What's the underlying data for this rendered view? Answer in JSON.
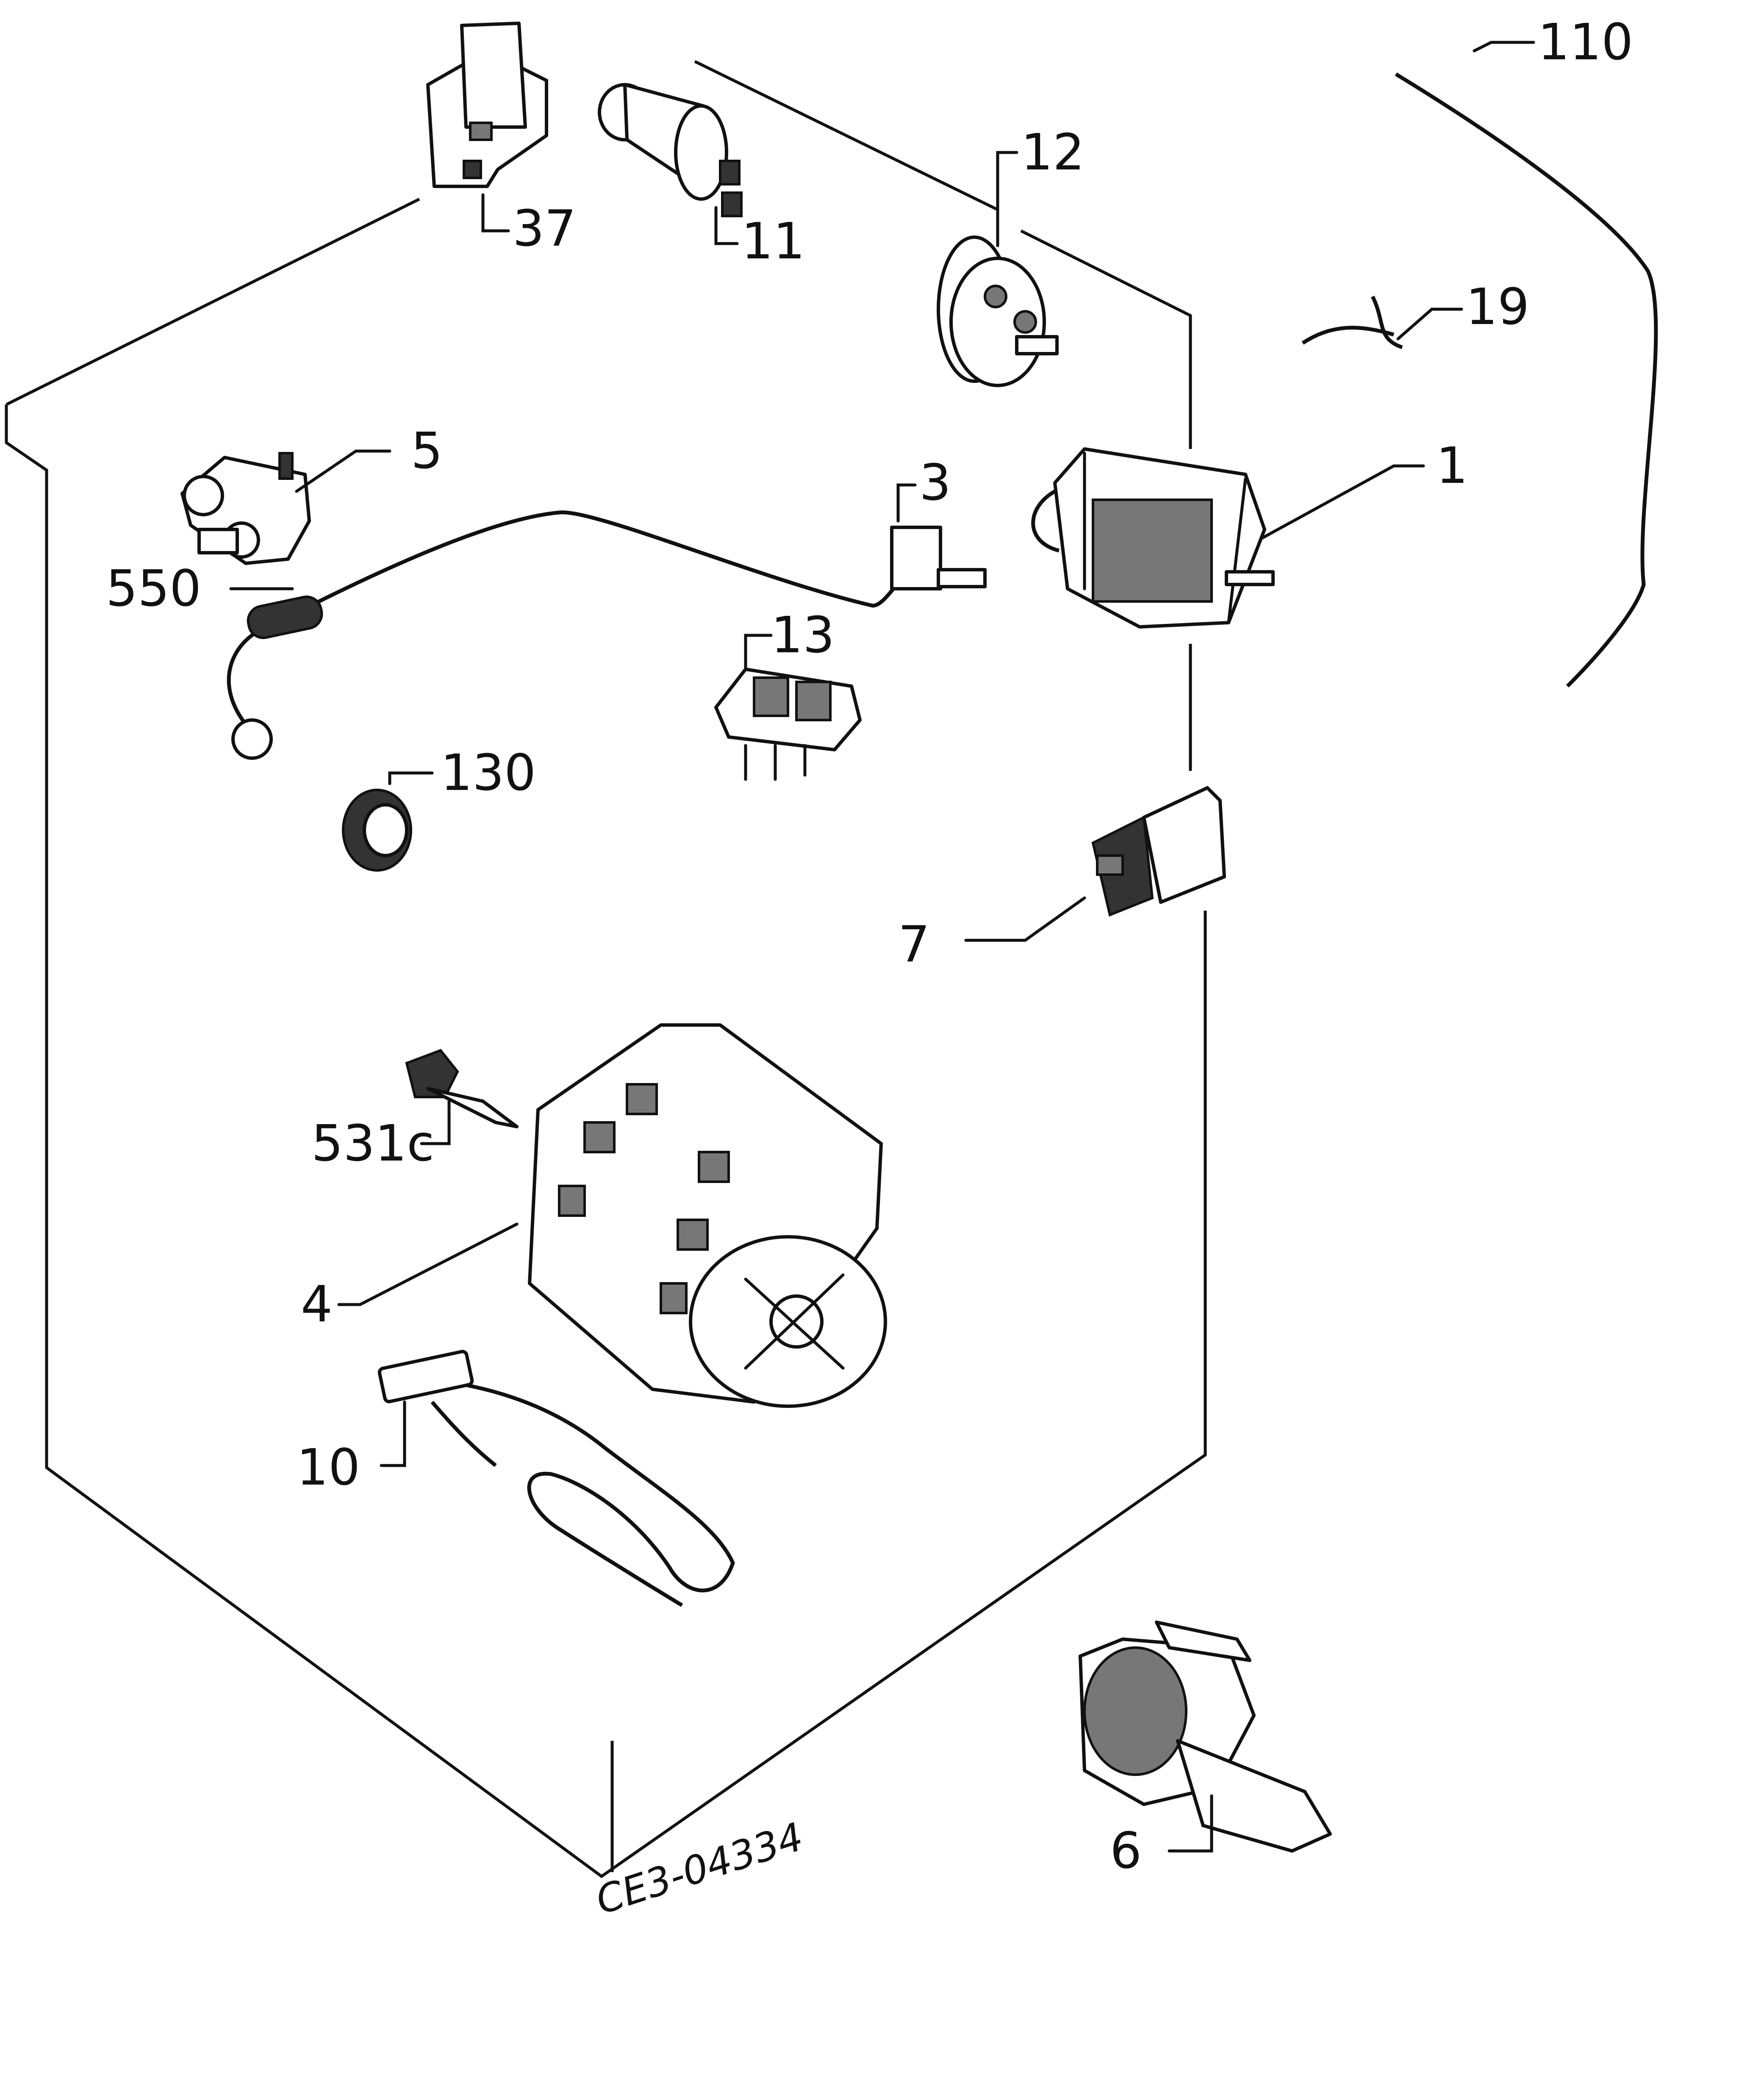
{
  "diagram": {
    "document_code": "CE3-04334",
    "parts": [
      {
        "id": "p110",
        "label": "110",
        "icon": "drain-hose-icon"
      },
      {
        "id": "p12",
        "label": "12",
        "icon": "pressure-switch-icon"
      },
      {
        "id": "p19",
        "label": "19",
        "icon": "spring-clip-icon"
      },
      {
        "id": "p37",
        "label": "37",
        "icon": "connector-block-icon"
      },
      {
        "id": "p11",
        "label": "11",
        "icon": "capacitor-icon"
      },
      {
        "id": "p1",
        "label": "1",
        "icon": "programme-timer-icon"
      },
      {
        "id": "p5",
        "label": "5",
        "icon": "solenoid-valve-icon"
      },
      {
        "id": "p3",
        "label": "3",
        "icon": "thermostat-icon"
      },
      {
        "id": "p550",
        "label": "550",
        "icon": "suppressor-icon"
      },
      {
        "id": "p13",
        "label": "13",
        "icon": "push-button-switch-icon"
      },
      {
        "id": "p130",
        "label": "130",
        "icon": "grommet-icon"
      },
      {
        "id": "p7",
        "label": "7",
        "icon": "door-interlock-icon"
      },
      {
        "id": "p531c",
        "label": "531c",
        "icon": "screw-icon"
      },
      {
        "id": "p4",
        "label": "4",
        "icon": "motor-icon"
      },
      {
        "id": "p10",
        "label": "10",
        "icon": "heating-element-icon"
      },
      {
        "id": "p6",
        "label": "6",
        "icon": "drain-pump-icon"
      }
    ]
  }
}
